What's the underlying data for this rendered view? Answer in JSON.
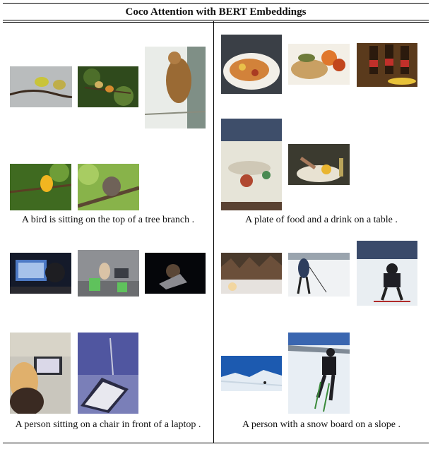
{
  "table": {
    "title": "Coco Attention with BERT Embeddings",
    "cells": [
      {
        "caption": "A bird is sitting on the top of a tree branch ."
      },
      {
        "caption": "A plate of food and a drink on a table ."
      },
      {
        "caption": "A person sitting on a chair in front of a laptop ."
      },
      {
        "caption": "A person with a snow board on a slope ."
      }
    ]
  }
}
